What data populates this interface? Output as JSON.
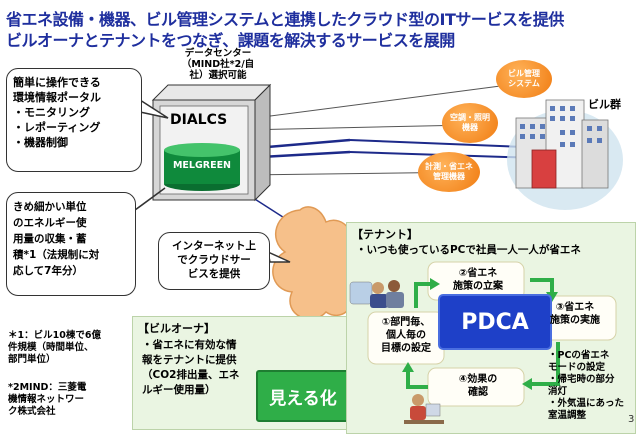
{
  "header": {
    "line1": "省エネ設備・機器、ビル管理システムと連携したクラウド型のITサービスを提供",
    "line2": "ビルオーナとテナントをつなぎ、課題を解決するサービスを展開"
  },
  "portal_callout": {
    "lines": [
      "簡単に操作できる",
      "環境情報ポータル",
      "・モニタリング",
      "・レポーティング",
      "・機器制御"
    ]
  },
  "data_callout": {
    "lines": [
      "きめ細かい単位",
      "のエネルギー使",
      "用量の収集・蓄",
      "積*1（法規制に対",
      "応して7年分）"
    ]
  },
  "footnotes": {
    "note1": [
      "＊1：ビル10棟で6億",
      "件規模（時間単位、",
      "部門単位）"
    ],
    "note2": [
      "*2MIND：三菱電",
      "機情報ネットワー",
      "ク株式会社"
    ]
  },
  "datacenter": {
    "label": [
      "データセンター",
      "（MIND社*2/自",
      "社）選択可能"
    ],
    "dialcs": "DIALCS",
    "melgreen": "MELGREEN"
  },
  "internet_callout": {
    "lines": [
      "インターネット上",
      "でクラウドサー",
      "ビスを提供"
    ]
  },
  "bubbles": {
    "bms": [
      "ビル管理",
      "システム"
    ],
    "hvac": [
      "空調・照明",
      "機器"
    ],
    "meter": [
      "計測・省エネ",
      "管理機器"
    ]
  },
  "buildings_label": "ビル群",
  "owner_panel": {
    "title": "【ビルオーナ】",
    "lines": [
      "・省エネに有効な情",
      "報をテナントに提供",
      "（CO2排出量、エネ",
      "ルギー使用量）"
    ],
    "visualize": "見える化"
  },
  "tenant_panel": {
    "title": "【テナント】",
    "subtitle": "・いつも使っているPCで社員一人一人が省エネ",
    "pdca": "PDCA",
    "step2": [
      "②省エネ",
      "施策の立案"
    ],
    "step3": [
      "③省エネ",
      "施策の実施"
    ],
    "step1": [
      "①部門毎、",
      "個人毎の",
      "目標の設定"
    ],
    "step4": [
      "④効果の",
      "確認"
    ],
    "bullets": [
      "・PCの省エネ",
      "モードの設定",
      "・帰宅時の部分",
      "消灯",
      "・外気温にあった",
      "室温調整"
    ]
  },
  "page_number": "3",
  "colors": {
    "title": "#1f2f9e",
    "melgreen": "#0f8a3c",
    "pdca_blue": "#1e40c8",
    "arrow_green": "#2fae48",
    "panel_bg": "#eaf5e2",
    "orange": "#f07b10"
  }
}
